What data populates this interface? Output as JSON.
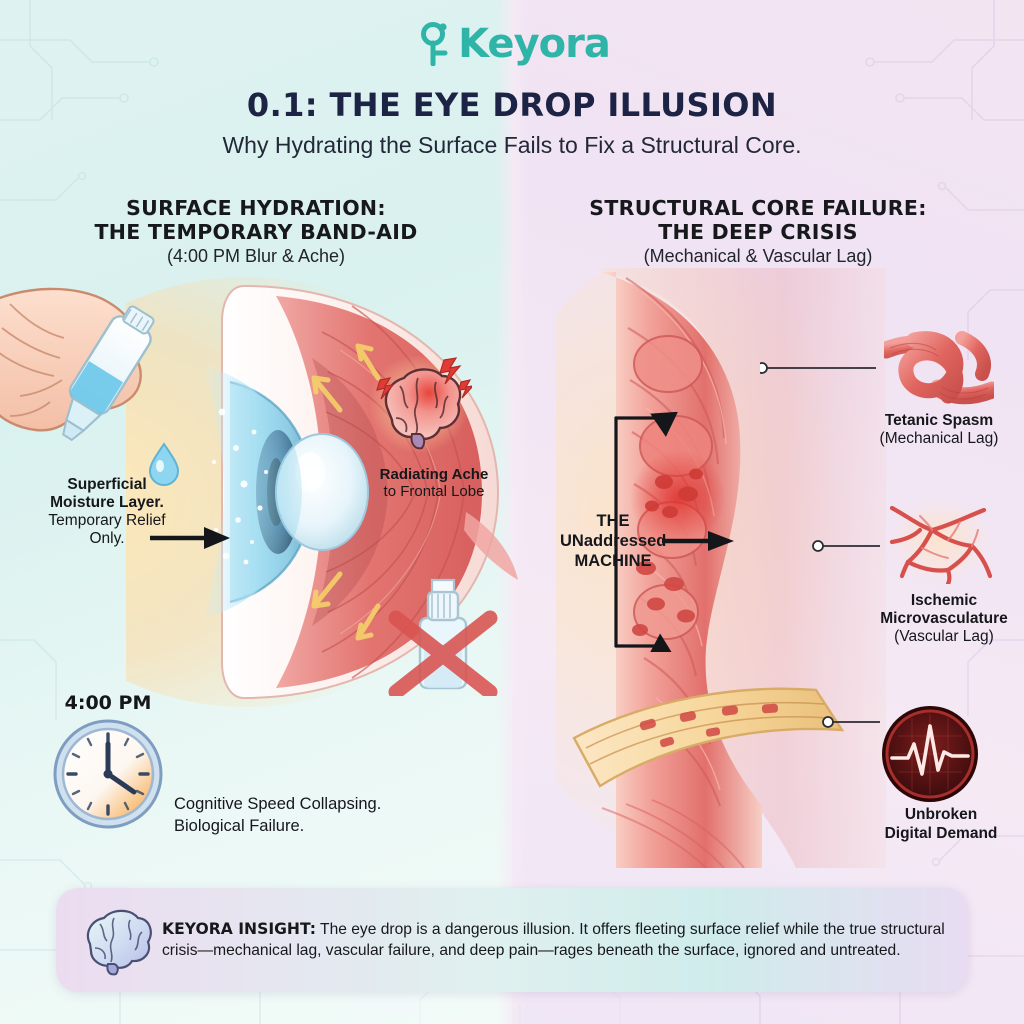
{
  "brand": {
    "name": "Keyora",
    "color": "#2fb5a8",
    "logo_icon": "key-icon"
  },
  "header": {
    "title": "0.1: THE EYE DROP ILLUSION",
    "subtitle": "Why Hydrating the Surface Fails to Fix a Structural Core."
  },
  "panels": {
    "left": {
      "heading_line1": "SURFACE HYDRATION:",
      "heading_line2": "THE TEMPORARY BAND-AID",
      "subheading": "(4:00 PM Blur & Ache)",
      "annotations": {
        "superficial_bold": "Superficial Moisture Layer.",
        "superficial_normal": "Temporary Relief Only.",
        "radiating_bold": "Radiating Ache",
        "radiating_normal": "to Frontal Lobe",
        "clock_time": "4:00 PM",
        "clock_caption_line1": "Cognitive Speed Collapsing.",
        "clock_caption_line2": "Biological Failure."
      },
      "icons": {
        "hand": "hand-holding-eye-drop-bottle-icon",
        "drop": "water-droplet-icon",
        "eye": "eye-cross-section-icon",
        "brain": "brain-pain-icon",
        "clock": "analog-clock-icon",
        "bottle_blocked": "eye-drop-bottle-crossed-out-icon"
      }
    },
    "right": {
      "heading_line1": "STRUCTURAL CORE FAILURE:",
      "heading_line2": "THE DEEP CRISIS",
      "subheading": "(Mechanical & Vascular Lag)",
      "annotations": {
        "machine_line1": "THE",
        "machine_line2": "UNaddressed",
        "machine_line3": "MACHINE",
        "tetanic_bold": "Tetanic Spasm",
        "tetanic_normal": "(Mechanical Lag)",
        "ischemic_bold_line1": "Ischemic",
        "ischemic_bold_line2": "Microvasculature",
        "ischemic_normal": "(Vascular Lag)",
        "unbroken_line1": "Unbroken",
        "unbroken_line2": "Digital Demand"
      },
      "icons": {
        "tissue": "muscle-tissue-cross-section-icon",
        "knot": "knotted-muscle-fiber-icon",
        "capillaries": "capillary-network-icon",
        "ecg": "ecg-heartbeat-monitor-icon"
      }
    }
  },
  "insight": {
    "icon": "brain-icon",
    "lead": "KEYORA INSIGHT:",
    "body": " The eye drop is a dangerous illusion. It offers fleeting surface relief while the true structural crisis—mechanical lag, vascular failure, and deep pain—rages beneath the surface, ignored and untreated."
  },
  "theme": {
    "left_bg": "#dff2f2",
    "right_bg": "#f3e4f2",
    "title_color": "#1d2344",
    "accent_red": "#d9534f",
    "tissue_red": "#e2635f"
  }
}
